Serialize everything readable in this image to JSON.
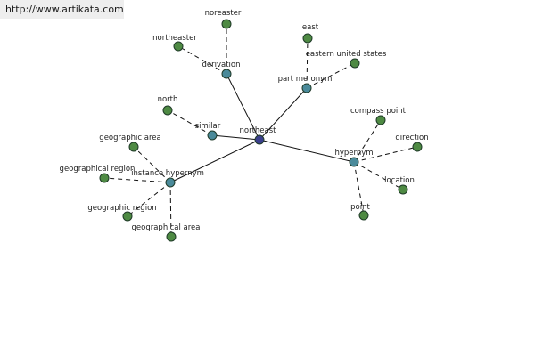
{
  "source_url": "http://www.artikata.com",
  "colors": {
    "root_fill": "#3a3f8c",
    "relation_fill": "#4a8a9a",
    "term_fill": "#4e8a43",
    "node_stroke": "#1f3a28",
    "edge": "#111111"
  },
  "graph": {
    "root": "northeast",
    "relations": [
      {
        "id": "derivation",
        "label": "derivation",
        "terms": [
          "noreaster",
          "northeaster"
        ]
      },
      {
        "id": "part-meronym",
        "label": "part meronym",
        "terms": [
          "east",
          "eastern united states"
        ]
      },
      {
        "id": "similar",
        "label": "similar",
        "terms": [
          "north"
        ]
      },
      {
        "id": "hypernym",
        "label": "hypernym",
        "terms": [
          "compass point",
          "direction",
          "location",
          "point"
        ]
      },
      {
        "id": "instance-hypernym",
        "label": "instance hypernym",
        "terms": [
          "geographic area",
          "geographical region",
          "geographic region",
          "geographical area"
        ]
      }
    ]
  }
}
